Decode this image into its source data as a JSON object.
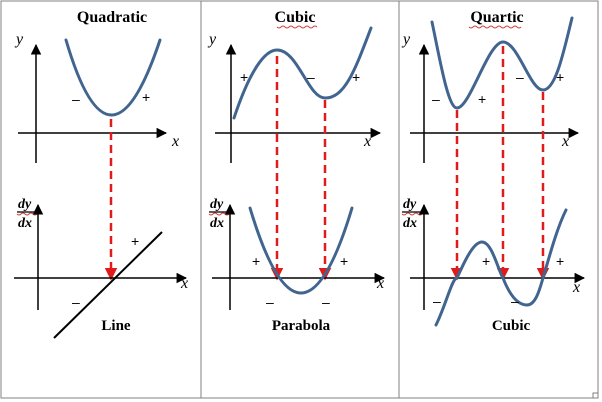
{
  "panels": [
    {
      "title": "Quadratic",
      "bottom_label": "Line"
    },
    {
      "title": "Cubic",
      "bottom_label": "Parabola"
    },
    {
      "title": "Quartic",
      "bottom_label": "Cubic"
    }
  ],
  "axes": {
    "x": "x",
    "y": "y",
    "dy": "dy",
    "dx": "dx"
  },
  "signs": {
    "plus": "+",
    "minus": "–"
  },
  "colors": {
    "curve": "#41658f",
    "arrow": "#e01b1b",
    "axes": "#000000",
    "border": "#808080"
  }
}
